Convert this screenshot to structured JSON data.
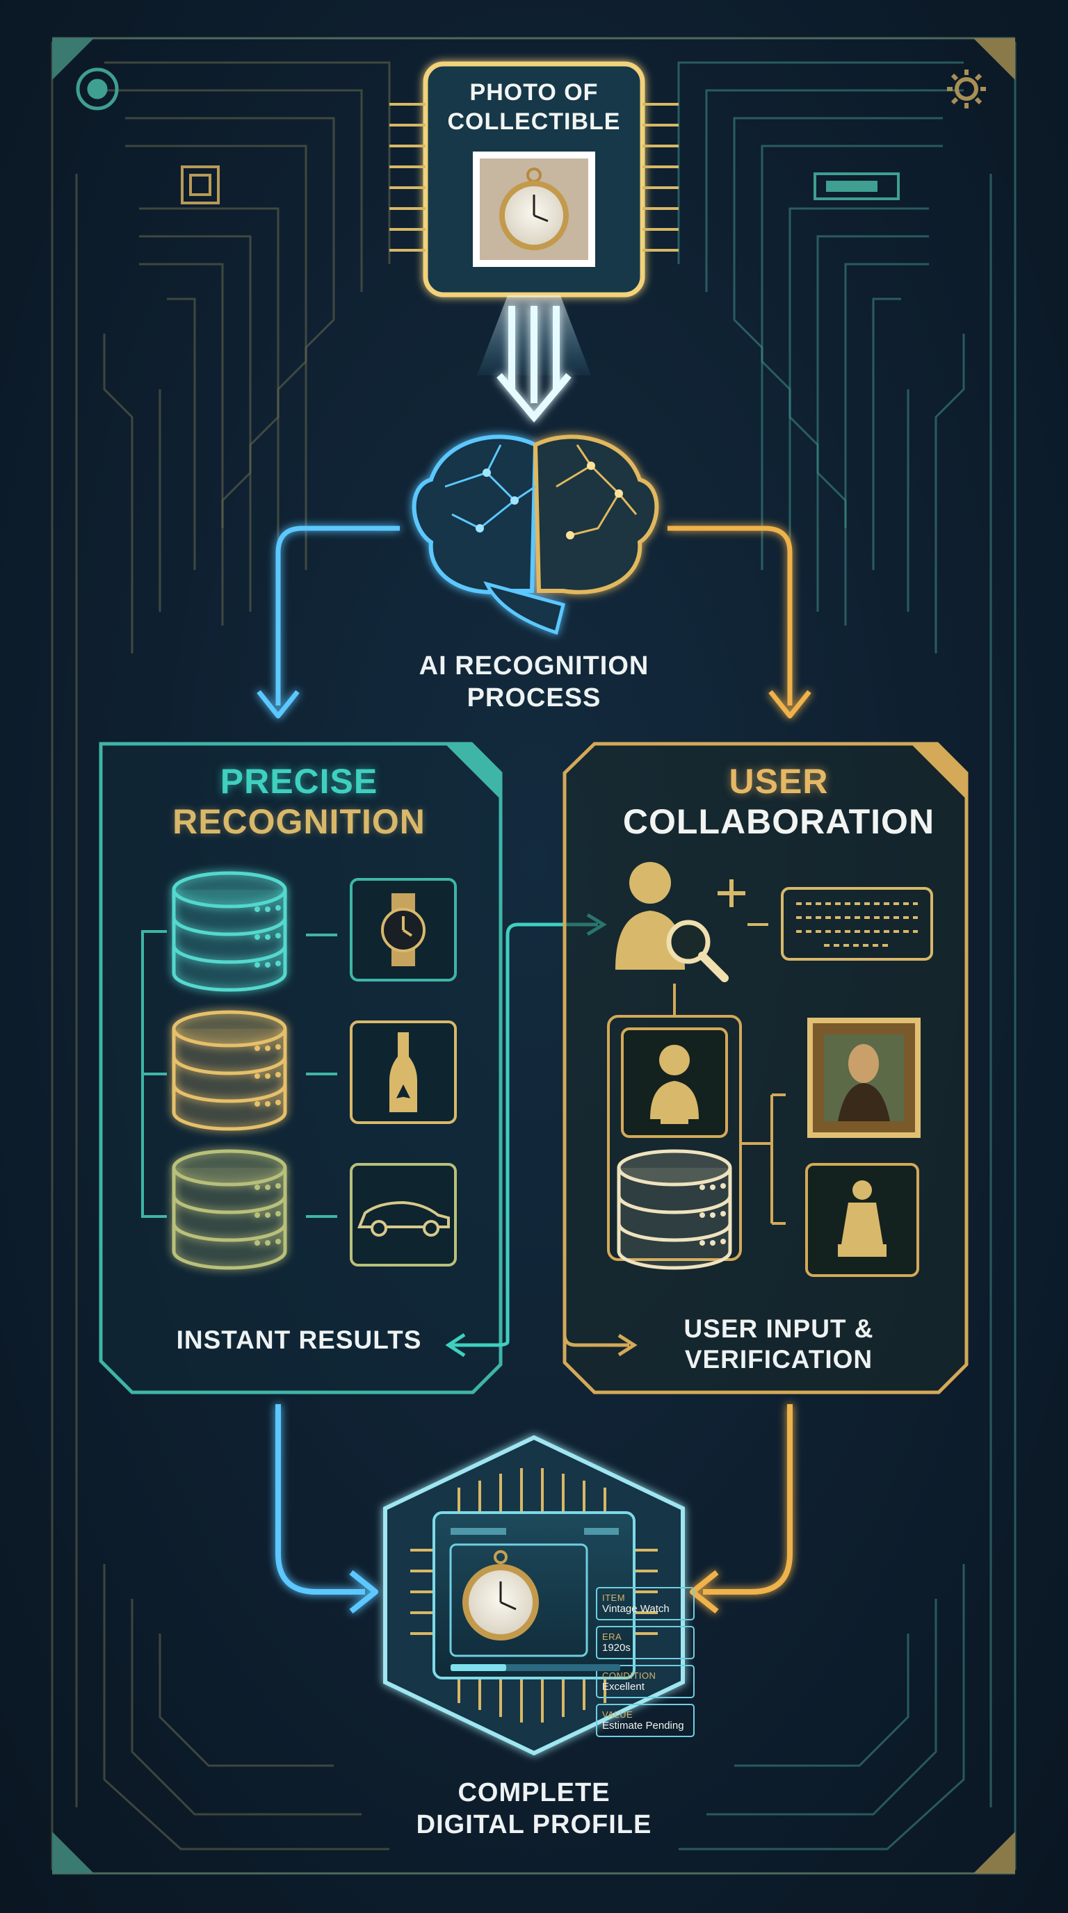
{
  "input": {
    "title_line1": "PHOTO OF",
    "title_line2": "COLLECTIBLE"
  },
  "ai": {
    "title_line1": "AI RECOGNITION",
    "title_line2": "PROCESS"
  },
  "precise": {
    "title_line1": "PRECISE",
    "title_line2": "RECOGNITION",
    "footer": "INSTANT RESULTS"
  },
  "user": {
    "title_line1": "USER",
    "title_line2": "COLLABORATION",
    "footer_line1": "USER INPUT &",
    "footer_line2": "VERIFICATION"
  },
  "profile": {
    "title_line1": "COMPLETE",
    "title_line2": "DIGITAL PROFILE",
    "item_key": "ITEM",
    "item_value": "Vintage Watch",
    "era_key": "ERA",
    "era_value": "1920s",
    "condition_key": "CONDITION",
    "condition_value": "Excellent",
    "value_key": "VALUE",
    "value_value": "Estimate Pending"
  },
  "colors": {
    "teal": "#3fd0c0",
    "gold": "#d9b86a",
    "blue": "#5cc8ff",
    "orange": "#f0b24c",
    "background": "#0e1f2f"
  },
  "icons": [
    "pocket-watch-icon",
    "brain-icon",
    "database-icon",
    "wristwatch-icon",
    "wine-bottle-icon",
    "sports-car-icon",
    "user-search-icon",
    "keyboard-icon",
    "bust-icon",
    "mona-lisa-painting-icon",
    "statue-icon",
    "gear-icon",
    "chip-icon"
  ]
}
